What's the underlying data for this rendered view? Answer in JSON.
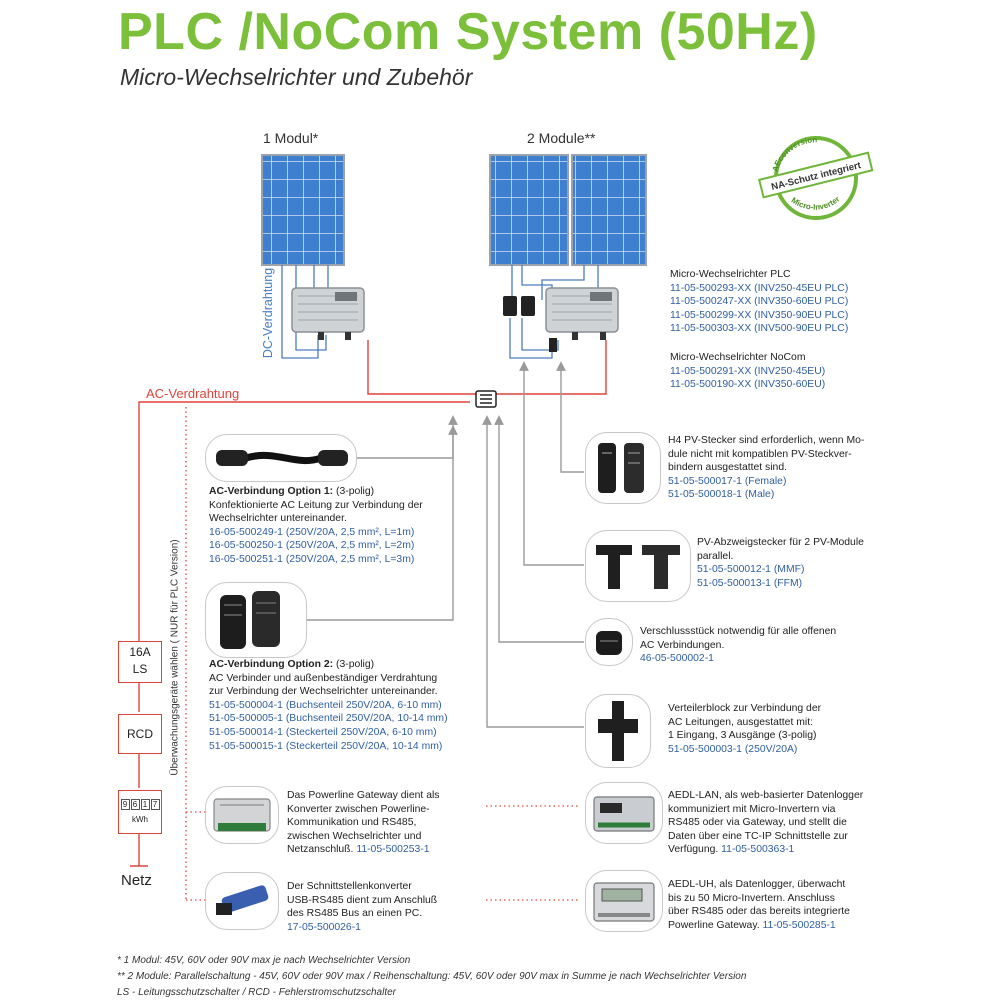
{
  "header": {
    "title": "PLC /NoCom System (50Hz)",
    "subtitle": "Micro-Wechselrichter und Zubehör"
  },
  "labels": {
    "one_module": "1 Modul*",
    "two_modules": "2 Module**",
    "dc_wiring": "DC-Verdrahtung",
    "ac_wiring": "AC-Verdrahtung",
    "monitoring": "Überwachungsgeräte wählen ( NUR für PLC Version)",
    "netz": "Netz"
  },
  "badge": {
    "line1": "AEconversion",
    "line2": "NA-Schutz integriert",
    "line3": "Micro-Inverter"
  },
  "grid_boxes": {
    "ls_line1": "16A",
    "ls_line2": "LS",
    "rcd": "RCD",
    "meter_digits": [
      "9",
      "6",
      "1",
      "7"
    ],
    "meter_unit": "kWh"
  },
  "plc_list": {
    "heading": "Micro-Wechselrichter PLC",
    "items": [
      "11-05-500293-XX (INV250-45EU PLC)",
      "11-05-500247-XX (INV350-60EU PLC)",
      "11-05-500299-XX (INV350-90EU PLC)",
      "11-05-500303-XX (INV500-90EU PLC)"
    ]
  },
  "nocom_list": {
    "heading": "Micro-Wechselrichter NoCom",
    "items": [
      "11-05-500291-XX (INV250-45EU)",
      "11-05-500190-XX (INV350-60EU)"
    ]
  },
  "ac_option1": {
    "heading": "AC-Verbindung Option 1:",
    "heading_suffix": " (3-polig)",
    "desc": [
      "Konfektionierte AC Leitung zur Verbindung der",
      "Wechselrichter untereinander."
    ],
    "items": [
      "16-05-500249-1 (250V/20A, 2,5 mm², L=1m)",
      "16-05-500250-1 (250V/20A, 2,5 mm², L=2m)",
      "16-05-500251-1 (250V/20A, 2,5 mm², L=3m)"
    ]
  },
  "ac_option2": {
    "heading": "AC-Verbindung Option 2:",
    "heading_suffix": " (3-polig)",
    "desc": [
      "AC Verbinder und außenbeständiger Verdrahtung",
      "zur Verbindung der Wechselrichter untereinander."
    ],
    "items": [
      "51-05-500004-1 (Buchsenteil 250V/20A, 6-10 mm)",
      "51-05-500005-1 (Buchsenteil 250V/20A, 10-14 mm)",
      "51-05-500014-1 (Steckerteil 250V/20A, 6-10 mm)",
      "51-05-500015-1 (Steckerteil 250V/20A, 10-14 mm)"
    ]
  },
  "h4": {
    "lines": [
      "H4 PV-Stecker sind erforderlich, wenn Mo-",
      "dule nicht mit kompatiblen PV-Steckver-",
      "bindern ausgestattet sind."
    ],
    "items": [
      "51-05-500017-1 (Female)",
      "51-05-500018-1 (Male)"
    ]
  },
  "branch": {
    "lines": [
      "PV-Abzweigstecker für 2 PV-Module",
      "parallel."
    ],
    "items": [
      "51-05-500012-1 (MMF)",
      "51-05-500013-1 (FFM)"
    ]
  },
  "endcap": {
    "lines": [
      "Verschlussstück notwendig für alle offenen",
      "AC Verbindungen."
    ],
    "items": [
      "46-05-500002-1"
    ]
  },
  "distributor": {
    "lines": [
      "Verteilerblock zur Verbindung der",
      "AC Leitungen, ausgestattet mit:",
      "1 Eingang, 3 Ausgänge (3-polig)"
    ],
    "items": [
      "51-05-500003-1 (250V/20A)"
    ]
  },
  "gateway": {
    "lines": [
      "Das Powerline Gateway dient als",
      "Konverter zwischen Powerline-",
      "Kommunikation und RS485,",
      "zwischen Wechselrichter und"
    ],
    "last_text": "Netzanschluß. ",
    "last_code": "11-05-500253-1"
  },
  "usb": {
    "lines": [
      "Der Schnittstellenkonverter",
      "USB-RS485 dient zum Anschluß",
      "des RS485 Bus an einen PC."
    ],
    "items": [
      "17-05-500026-1"
    ]
  },
  "aedl_lan": {
    "lines": [
      "AEDL-LAN, als web-basierter Datenlogger",
      "kommuniziert mit Micro-Invertern via",
      "RS485 oder via Gateway, und stellt die",
      "Daten über eine TC-IP Schnittstelle zur"
    ],
    "last_text": "Verfügung.  ",
    "last_code": "11-05-500363-1"
  },
  "aedl_uh": {
    "lines": [
      "AEDL-UH, als Datenlogger, überwacht",
      "bis zu 50 Micro-Invertern. Anschluss",
      "über RS485 oder das bereits integrierte"
    ],
    "last_text": "Powerline Gateway.  ",
    "last_code": "11-05-500285-1"
  },
  "footnotes": [
    "*    1 Modul: 45V, 60V oder 90V max je nach Wechselrichter Version",
    "**  2 Module: Parallelschaltung - 45V, 60V oder 90V max /  Reihenschaltung: 45V, 60V oder 90V max in Summe je nach Wechselrichter Version",
    "LS - Leitungsschutzschalter / RCD - Fehlerstromschutzschalter"
  ],
  "colors": {
    "title_green": "#7bbf3a",
    "code_blue": "#2f5fa0",
    "ac_red": "#e0433a",
    "dc_blue": "#4a7ec0",
    "panel_blue": "#3f7fd0"
  }
}
